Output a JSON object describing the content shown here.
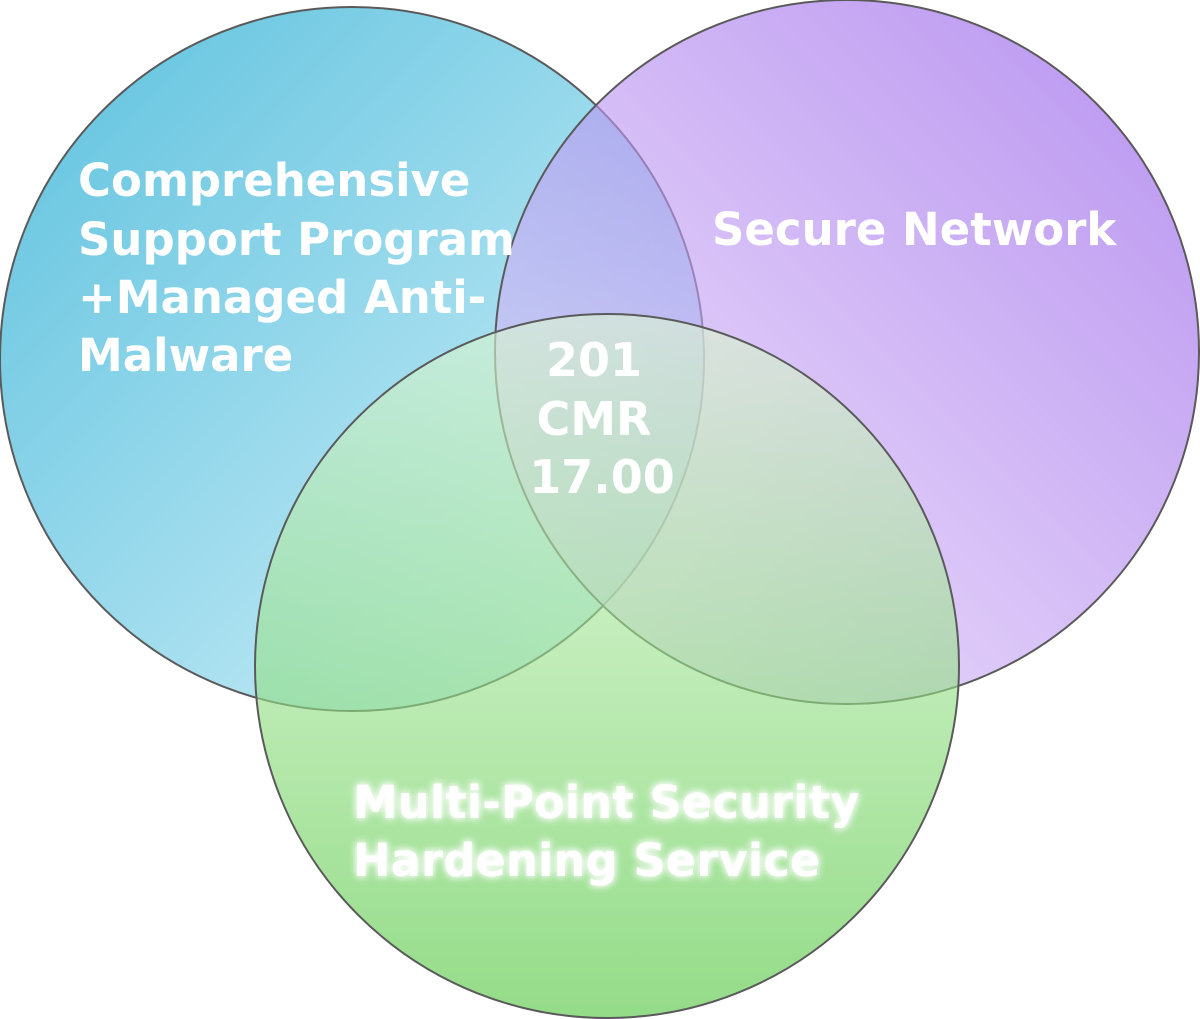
{
  "venn": {
    "sets": [
      {
        "id": "support",
        "label_lines": [
          "Comprehensive",
          "Support Program",
          "+Managed Anti-",
          "Malware"
        ],
        "color": "#4fbcdb"
      },
      {
        "id": "network",
        "label_lines": [
          "Secure Network"
        ],
        "color": "#9055e8"
      },
      {
        "id": "hardening",
        "label_lines": [
          "Multi-Point Security",
          "Hardening Service"
        ],
        "color": "#5ccc48"
      }
    ],
    "intersection": {
      "label_lines": [
        "201",
        "CMR",
        "17.00"
      ]
    }
  }
}
